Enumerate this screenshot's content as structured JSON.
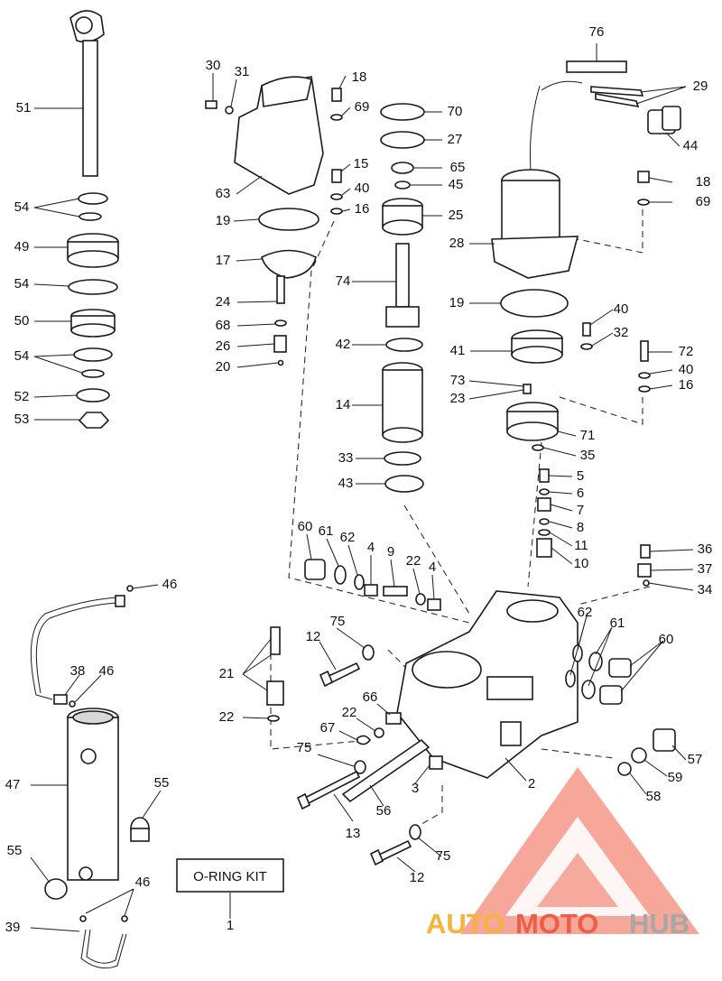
{
  "diagram": {
    "callouts": [
      "51",
      "54",
      "49",
      "54",
      "50",
      "54",
      "52",
      "53",
      "30",
      "31",
      "18",
      "69",
      "63",
      "15",
      "40",
      "16",
      "19",
      "17",
      "24",
      "68",
      "26",
      "20",
      "70",
      "27",
      "65",
      "45",
      "25",
      "74",
      "42",
      "14",
      "33",
      "43",
      "76",
      "29",
      "44",
      "18",
      "69",
      "28",
      "19",
      "41",
      "40",
      "32",
      "72",
      "40",
      "16",
      "73",
      "23",
      "71",
      "35",
      "5",
      "6",
      "7",
      "8",
      "11",
      "10",
      "36",
      "37",
      "34",
      "60",
      "61",
      "62",
      "4",
      "9",
      "22",
      "4",
      "46",
      "38",
      "46",
      "47",
      "55",
      "55",
      "46",
      "39",
      "75",
      "12",
      "21",
      "22",
      "66",
      "22",
      "67",
      "75",
      "3",
      "56",
      "13",
      "75",
      "12",
      "2",
      "62",
      "61",
      "60",
      "57",
      "59",
      "58",
      "1"
    ],
    "kit_label": "O-RING KIT"
  },
  "watermark": {
    "auto": "AUTO",
    "moto": "MOTO",
    "hub": "HUB",
    "colors": {
      "auto": "#f3b33d",
      "moto": "#ee5e46",
      "hub": "#a7a7a7",
      "triangle": "#ee5e46"
    }
  }
}
